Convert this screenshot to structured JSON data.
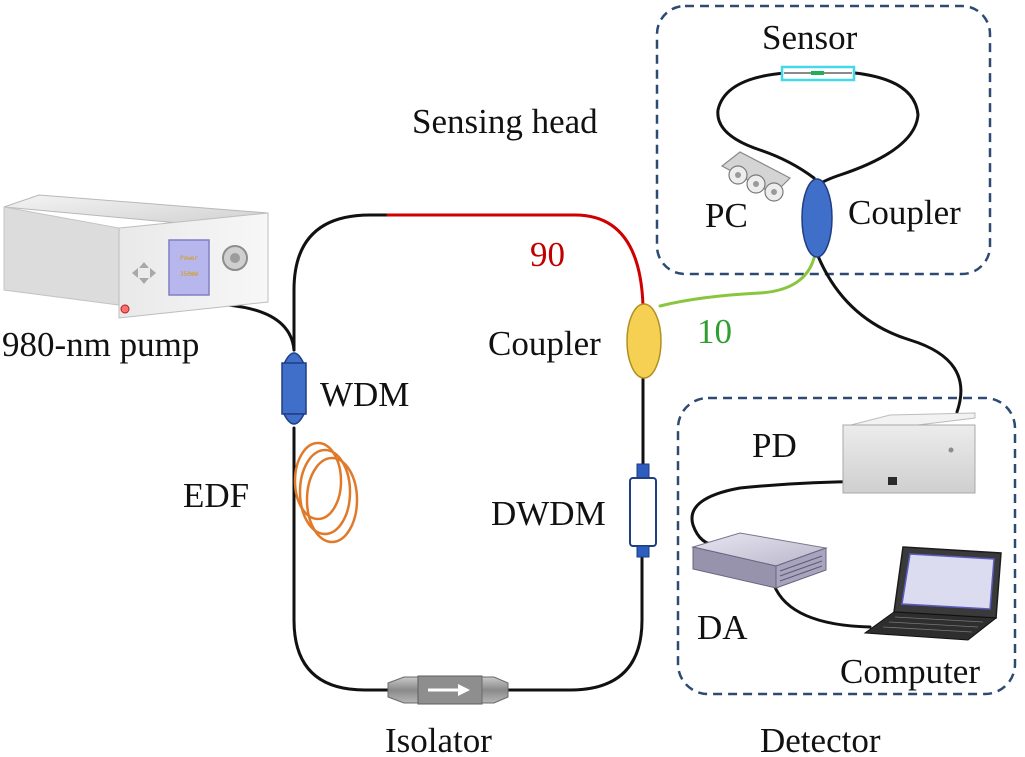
{
  "labels": {
    "pump": "980-nm pump",
    "pump_screen_line1": "Power",
    "pump_screen_line2": "350mW",
    "wdm": "WDM",
    "edf": "EDF",
    "split_90": "90",
    "split_10": "10",
    "coupler_main": "Coupler",
    "dwdm": "DWDM",
    "isolator": "Isolator",
    "sensing_head": "Sensing head",
    "sensor": "Sensor",
    "pc": "PC",
    "coupler_sensor": "Coupler",
    "pd": "PD",
    "da": "DA",
    "computer": "Computer",
    "detector": "Detector"
  },
  "colors": {
    "fiber": "#111111",
    "fiber_90": "#d00000",
    "fiber_10": "#8ac53e",
    "wdm": "#3f6fc9",
    "coupler_main": "#f5d052",
    "edf": "#e07a2a",
    "sensor_box": "#45d8e8",
    "dashed_box": "#2c4a72"
  }
}
